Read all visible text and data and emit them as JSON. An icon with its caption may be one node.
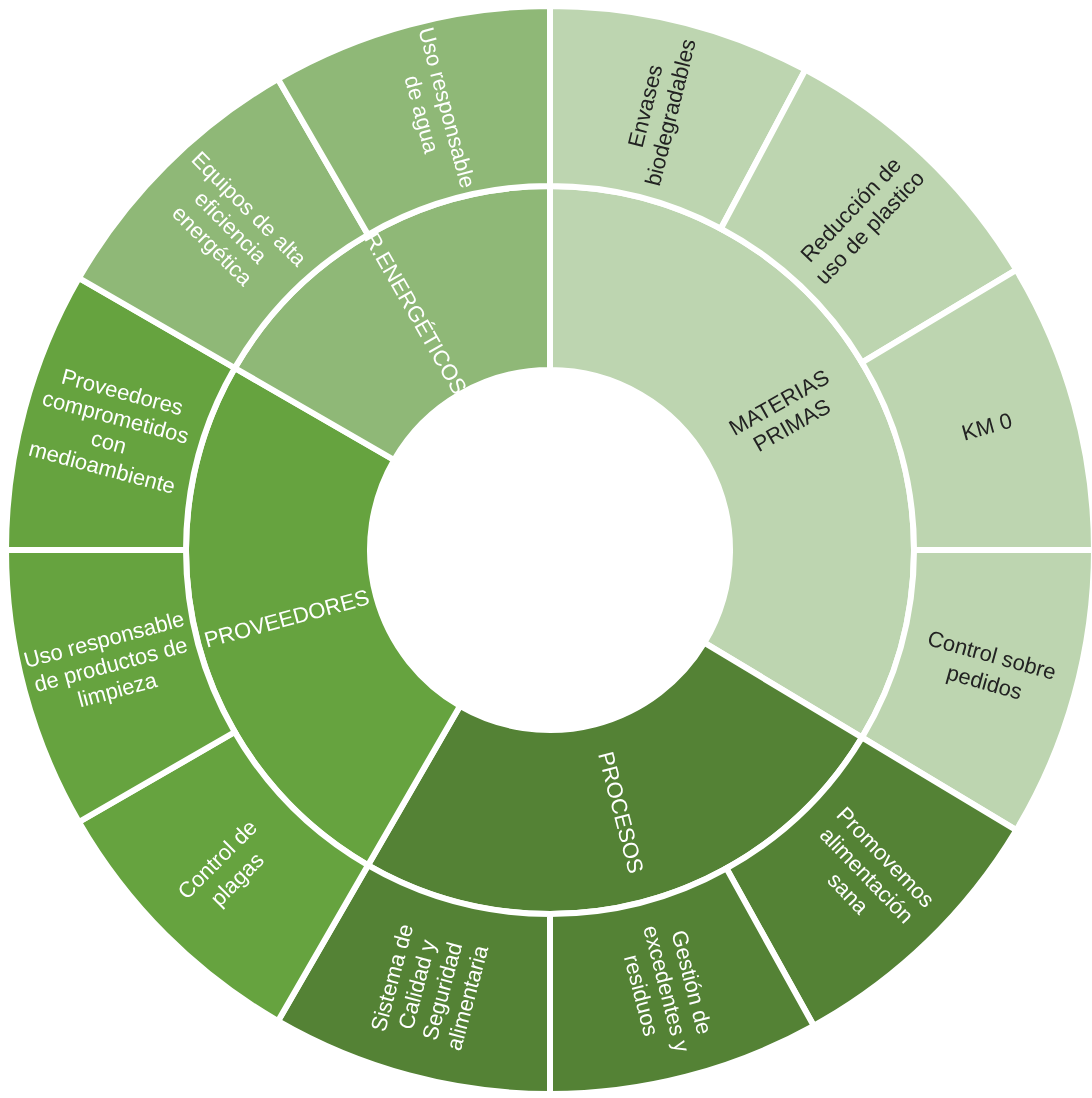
{
  "diagram": {
    "nodes": [
      {
        "text": [
          "MATERIAS PRIMAS"
        ]
      },
      {
        "text": [
          "PROCESOS"
        ]
      },
      {
        "text": [
          "PROVEEDORES"
        ]
      },
      {
        "text": [
          "R.ENERGÉTICOS"
        ]
      },
      {
        "text": [
          "Envases biodegradables"
        ]
      },
      {
        "text": [
          "Reducción de uso de plastico"
        ]
      },
      {
        "text": [
          "KM 0"
        ]
      },
      {
        "text": [
          "Control sobre pedidos"
        ]
      },
      {
        "text": [
          "Promovemos alimentación sana"
        ]
      },
      {
        "text": [
          "Gestión de excedentes y residuos"
        ]
      },
      {
        "text": [
          "Sistema de Calidad y Seguridad alimentaria"
        ]
      },
      {
        "text": [
          "Control de plagas"
        ]
      },
      {
        "text": [
          "Uso responsable de productos de limpieza"
        ]
      },
      {
        "text": [
          "Proveedores comprometidos con medioambiente"
        ]
      },
      {
        "text": [
          "Equipos de alta eficiencia energética"
        ]
      },
      {
        "text": [
          "Uso responsable de agua"
        ]
      }
    ]
  }
}
